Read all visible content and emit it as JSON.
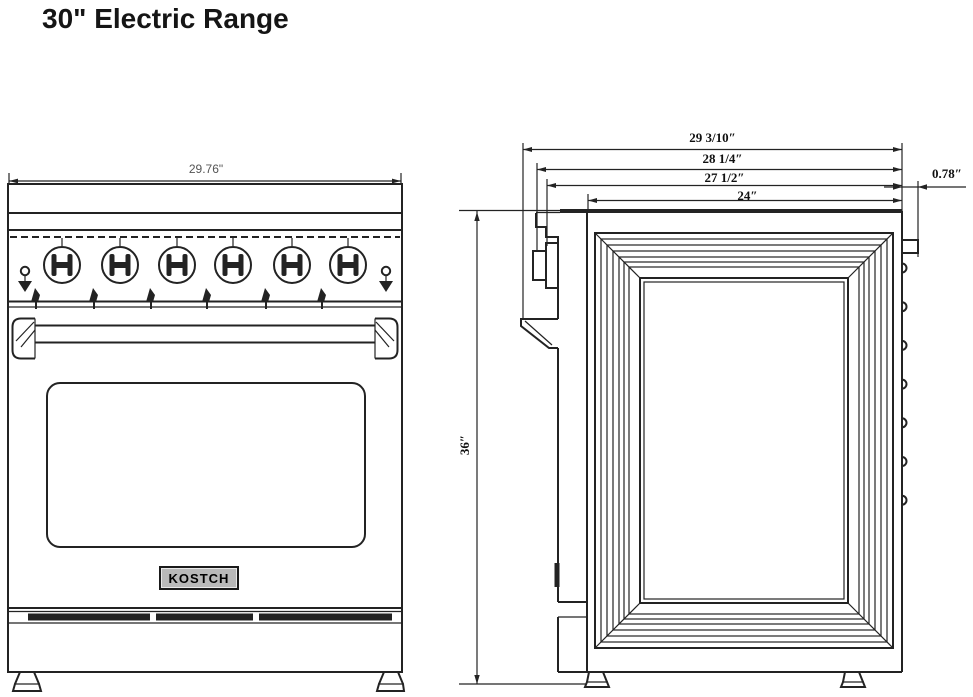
{
  "page": {
    "title": "30\" Electric Range"
  },
  "front_view": {
    "name": "front-view",
    "width_dim": "29.76\"",
    "brand": "KOSTCH",
    "burner_knob_count": 6
  },
  "side_view": {
    "name": "side-view",
    "dim_total_depth": "29 3/10″",
    "dim_depth_with_knobs": "28 1/4″",
    "dim_depth_with_door": "27 1/2″",
    "dim_cabinet_depth": "24″",
    "dim_rear_gap": "0.78″",
    "dim_height": "36″"
  },
  "colors": {
    "line": "#232323",
    "background": "#ffffff",
    "brand_plate_bg": "#b9b9b9"
  }
}
